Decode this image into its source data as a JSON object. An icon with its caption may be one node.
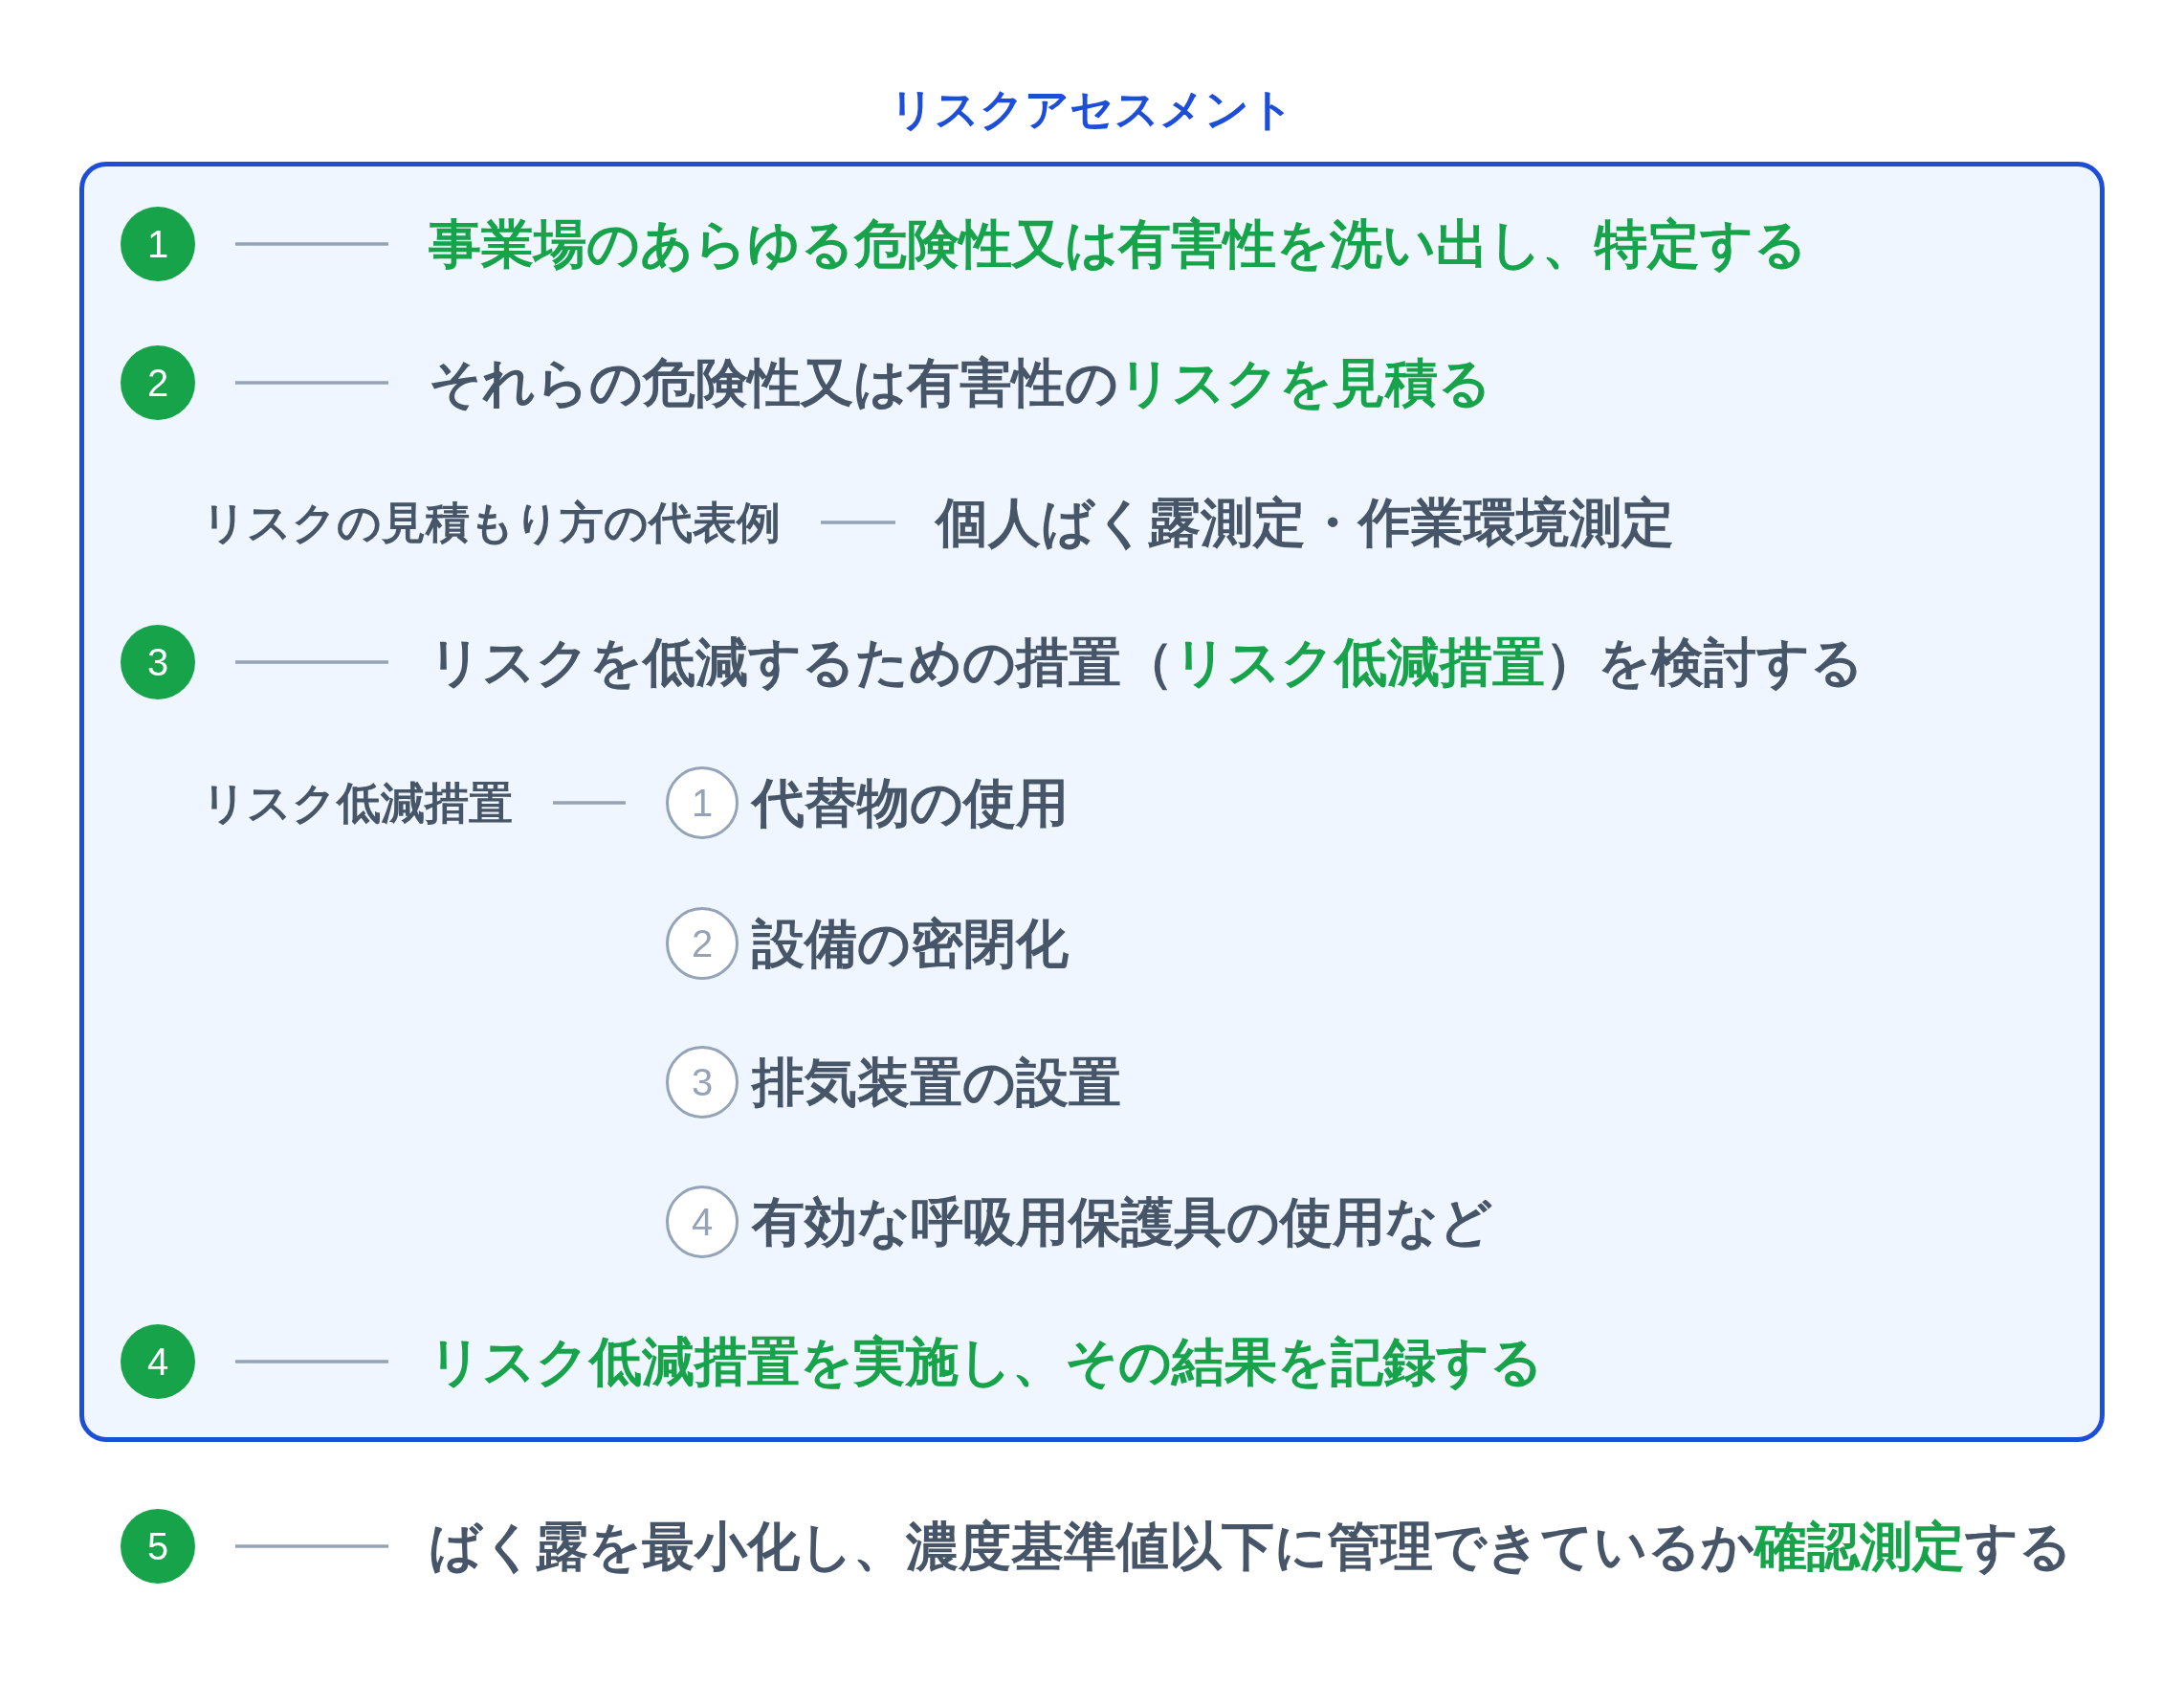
{
  "diagram": {
    "nodes": [
      {
        "text": [
          "リスクアセスメント"
        ]
      },
      {
        "text": [
          "1"
        ],
        "in": 0
      },
      {
        "text": [
          "事業場のあらゆる危険性又は有害性を洗い出し、特定する"
        ],
        "in": 0
      },
      {
        "text": [
          "2"
        ],
        "in": 0
      },
      {
        "text": [
          "それらの危険性又は有害性の**リスクを見積る**"
        ],
        "in": 0
      },
      {
        "text": [
          "リスクの見積もり方の代表例"
        ],
        "in": 0
      },
      {
        "text": [
          "個人ばく露測定・作業環境測定"
        ],
        "in": 0
      },
      {
        "text": [
          "3"
        ],
        "in": 0
      },
      {
        "text": [
          "リスクを低減するための措置（**リスク低減措置**）を検討する"
        ],
        "in": 0
      },
      {
        "text": [
          "リスク低減措置"
        ],
        "in": 0
      },
      {
        "text": [
          "1"
        ],
        "in": 0,
        "beside": [
          "代替物の使用"
        ]
      },
      {
        "text": [
          "2"
        ],
        "in": 0,
        "beside": [
          "設備の密閉化"
        ]
      },
      {
        "text": [
          "3"
        ],
        "in": 0,
        "beside": [
          "排気装置の設置"
        ]
      },
      {
        "text": [
          "4"
        ],
        "in": 0,
        "beside": [
          "有効な呼吸用保護具の使用など"
        ]
      },
      {
        "text": [
          "4"
        ],
        "in": 0
      },
      {
        "text": [
          "リスク低減措置を実施し、その結果を記録する"
        ],
        "in": 0
      },
      {
        "text": [
          "5"
        ]
      },
      {
        "text": [
          "ばく露を最小化し、濃度基準値以下に管理できているか**確認測定**する"
        ]
      }
    ],
    "edges": [
      {
        "from": 1,
        "to": 2,
        "arrow": "none"
      },
      {
        "from": 3,
        "to": 4,
        "arrow": "none"
      },
      {
        "from": 5,
        "to": 6,
        "arrow": "none"
      },
      {
        "from": 7,
        "to": 8,
        "arrow": "none"
      },
      {
        "from": 9,
        "to": 10,
        "arrow": "none"
      },
      {
        "from": 14,
        "to": 15,
        "arrow": "none"
      },
      {
        "from": 16,
        "to": 17,
        "arrow": "none"
      }
    ]
  }
}
